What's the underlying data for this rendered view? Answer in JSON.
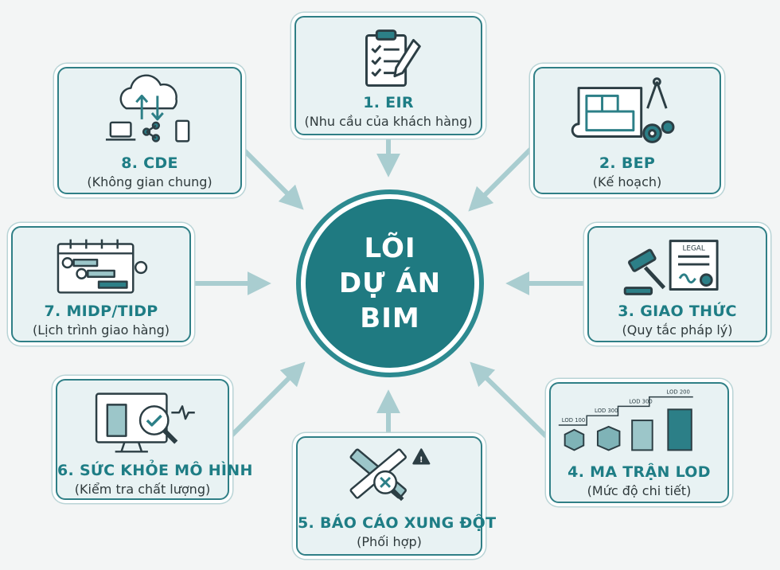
{
  "center": {
    "lines": [
      "LÕI",
      "DỰ ÁN",
      "BIM"
    ]
  },
  "nodes": {
    "eir": {
      "title": "1. EIR",
      "subtitle": "(Nhu cầu của khách hàng)",
      "icon": "clipboard-checklist-icon"
    },
    "bep": {
      "title": "2. BEP",
      "subtitle": "(Kế hoạch)",
      "icon": "blueprint-compass-gear-icon"
    },
    "giao_thuc": {
      "title": "3. GIAO THỨC",
      "subtitle": "(Quy tắc pháp lý)",
      "icon": "gavel-legal-document-icon",
      "doc_label": "LEGAL"
    },
    "lod": {
      "title": "4. MA TRẬN LOD",
      "subtitle": "(Mức độ chi tiết)",
      "icon": "lod-stairs-buildings-icon",
      "labels": [
        "LOD 100",
        "LOD 300",
        "LOD 300",
        "LOD 200"
      ]
    },
    "bao_cao": {
      "title": "5. BÁO CÁO XUNG ĐỘT",
      "subtitle": "(Phối hợp)",
      "icon": "clash-pipes-warning-icon"
    },
    "suc_khoe": {
      "title": "6. SỨC KHỎE MÔ HÌNH",
      "subtitle": "(Kiểm tra chất lượng)",
      "icon": "monitor-magnifier-check-icon"
    },
    "midp": {
      "title": "7. MIDP/TIDP",
      "subtitle": "(Lịch trình giao hàng)",
      "icon": "calendar-gantt-icon"
    },
    "cde": {
      "title": "8. CDE",
      "subtitle": "(Không gian chung)",
      "icon": "cloud-share-devices-icon"
    }
  },
  "colors": {
    "teal_dark": "#1f7a81",
    "teal_title": "#1e7d85",
    "box_fill": "#e8f2f3",
    "arrow": "#a9cdd0"
  }
}
